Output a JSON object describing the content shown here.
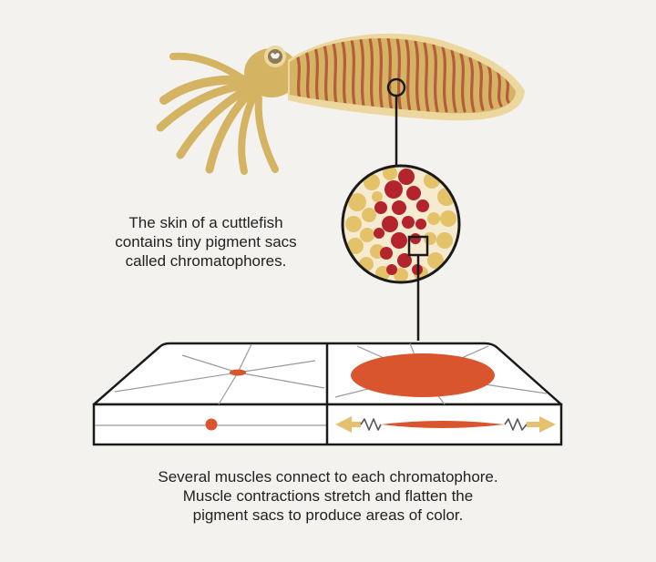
{
  "captions": {
    "skin": [
      "The skin of a cuttlefish",
      "contains tiny pigment sacs",
      "called chromatophores."
    ],
    "muscles": [
      "Several muscles connect to each chromatophore.",
      "Muscle contractions stretch and flatten the",
      "pigment sacs to produce areas of color."
    ]
  },
  "colors": {
    "background": "#f3f2ee",
    "cuttlefish_body": "#d4b463",
    "cuttlefish_mantle_edge": "#ecd89e",
    "stripe": "#b85a3e",
    "pigment_yellow": "#e3c26a",
    "pigment_red": "#b3242c",
    "pigment_orange": "#d9552d",
    "muscle_arrow": "#e6c071",
    "outline": "#1a1a1a"
  },
  "icons": {
    "cuttlefish": "cuttlefish-illustration",
    "magnifier": "magnified-skin-circle",
    "cross_section": "skin-cross-section-block"
  }
}
